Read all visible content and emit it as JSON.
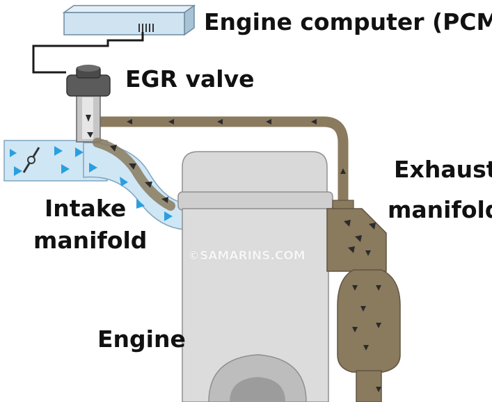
{
  "labels": {
    "pcm": "Engine computer (PCM)",
    "egr": "EGR valve",
    "intake_line1": "Intake",
    "intake_line2": "manifold",
    "exhaust_line1": "Exhaust",
    "exhaust_line2": "manifold",
    "engine": "Engine"
  },
  "watermark": "©SAMARINS.COM",
  "colors": {
    "pcm_box": "#cfe3f1",
    "intake_air": "#cfe6f5",
    "air_arrow": "#2a9fe0",
    "exhaust_pipe": "#8a7a5e",
    "exhaust_arrow": "#2b2b2b",
    "engine_body": "#d9d9d9",
    "egr_valve": "#555555"
  }
}
